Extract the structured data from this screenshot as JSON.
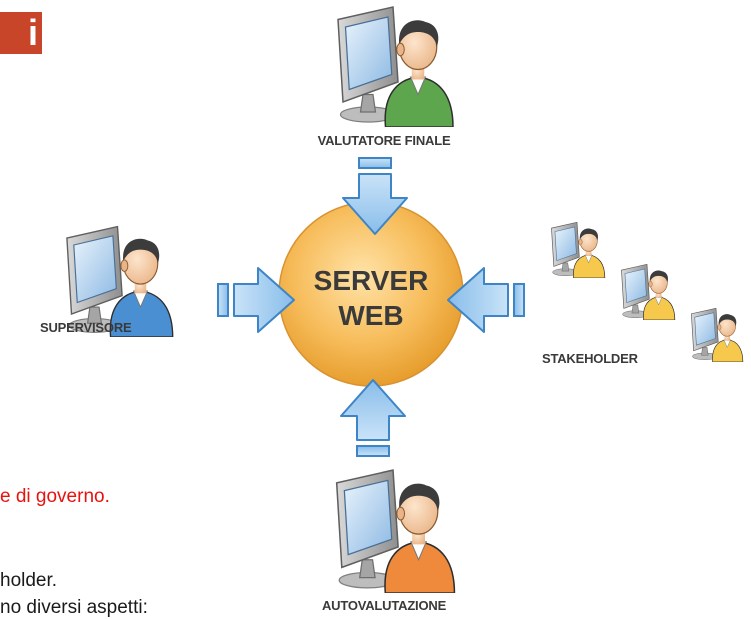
{
  "slide": {
    "tag_text": "i",
    "line1": "e di governo.",
    "line2": "holder.",
    "line3": "no diversi aspetti:"
  },
  "diagram": {
    "server_line1": "SERVER",
    "server_line2": "WEB",
    "roles": {
      "top": "VALUTATORE FINALE",
      "left": "SUPERVISORE",
      "right": "STAKEHOLDER",
      "bottom": "AUTOVALUTAZIONE"
    }
  },
  "colors": {
    "server_fill": "#f7bd5c",
    "arrow_fill": "#a8cff1",
    "arrow_stroke": "#3d85c6",
    "shirt_green": "#5ea64e",
    "shirt_blue": "#4a8fd2",
    "shirt_orange": "#ef8a3c",
    "shirt_yellow": "#f6c84b",
    "tag_bg": "#c9452a",
    "red_text": "#e8130f"
  }
}
